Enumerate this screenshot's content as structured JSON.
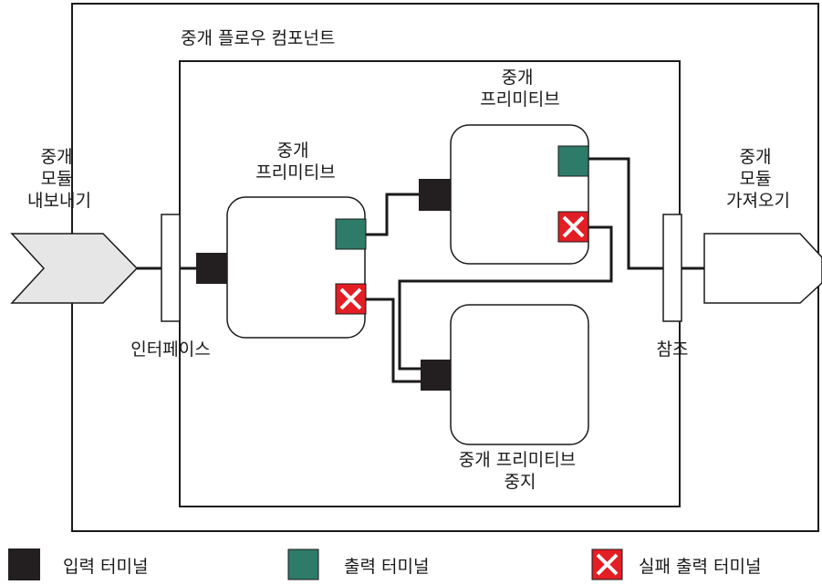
{
  "flow_component_label": "중개 플로우 컴포넌트",
  "export_label": [
    "중개",
    "모듈",
    "내보내기"
  ],
  "import_label": [
    "중개",
    "모듈",
    "가져오기"
  ],
  "interface_label": "인터페이스",
  "reference_label": "참조",
  "primitive1_label": [
    "중개",
    "프리미티브"
  ],
  "primitive2_label": [
    "중개",
    "프리미티브"
  ],
  "stop_primitive_label": [
    "중개 프리미티브",
    "중지"
  ],
  "legend": {
    "input_terminal": "입력 터미널",
    "output_terminal": "출력 터미널",
    "fail_terminal": "실패 출력 터미널"
  },
  "colors": {
    "input_terminal": "#231f20",
    "output_terminal": "#2e7b6a",
    "fail_terminal": "#e31e24",
    "export_fill": "#e6e6e6"
  }
}
